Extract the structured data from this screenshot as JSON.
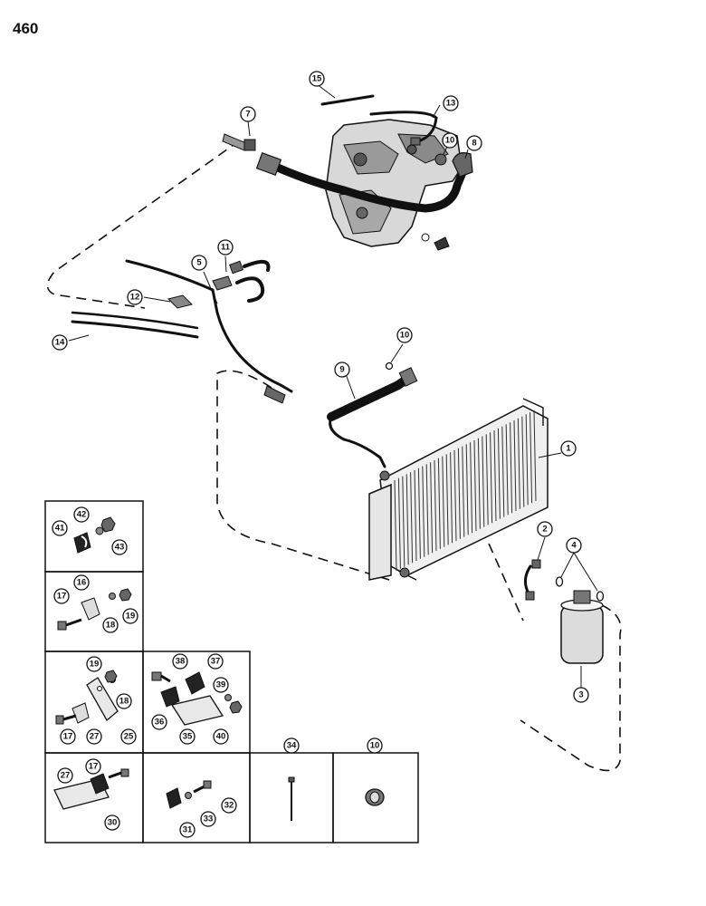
{
  "page_number": "460",
  "callouts": {
    "c1": "1",
    "c2": "2",
    "c3": "3",
    "c4": "4",
    "c5": "5",
    "c7": "7",
    "c8": "8",
    "c9": "9",
    "c10a": "10",
    "c10b": "10",
    "c10c": "10",
    "c11": "11",
    "c12": "12",
    "c13": "13",
    "c14": "14",
    "c15": "15",
    "c16": "16",
    "c17a": "17",
    "c17b": "17",
    "c17c": "17",
    "c18a": "18",
    "c18b": "18",
    "c19a": "19",
    "c19b": "19",
    "c25": "25",
    "c27a": "27",
    "c27b": "27",
    "c30": "30",
    "c31": "31",
    "c32": "32",
    "c33": "33",
    "c34": "34",
    "c35": "35",
    "c36": "36",
    "c37": "37",
    "c38": "38",
    "c39": "39",
    "c40": "40",
    "c41": "41",
    "c42": "42",
    "c43": "43"
  }
}
